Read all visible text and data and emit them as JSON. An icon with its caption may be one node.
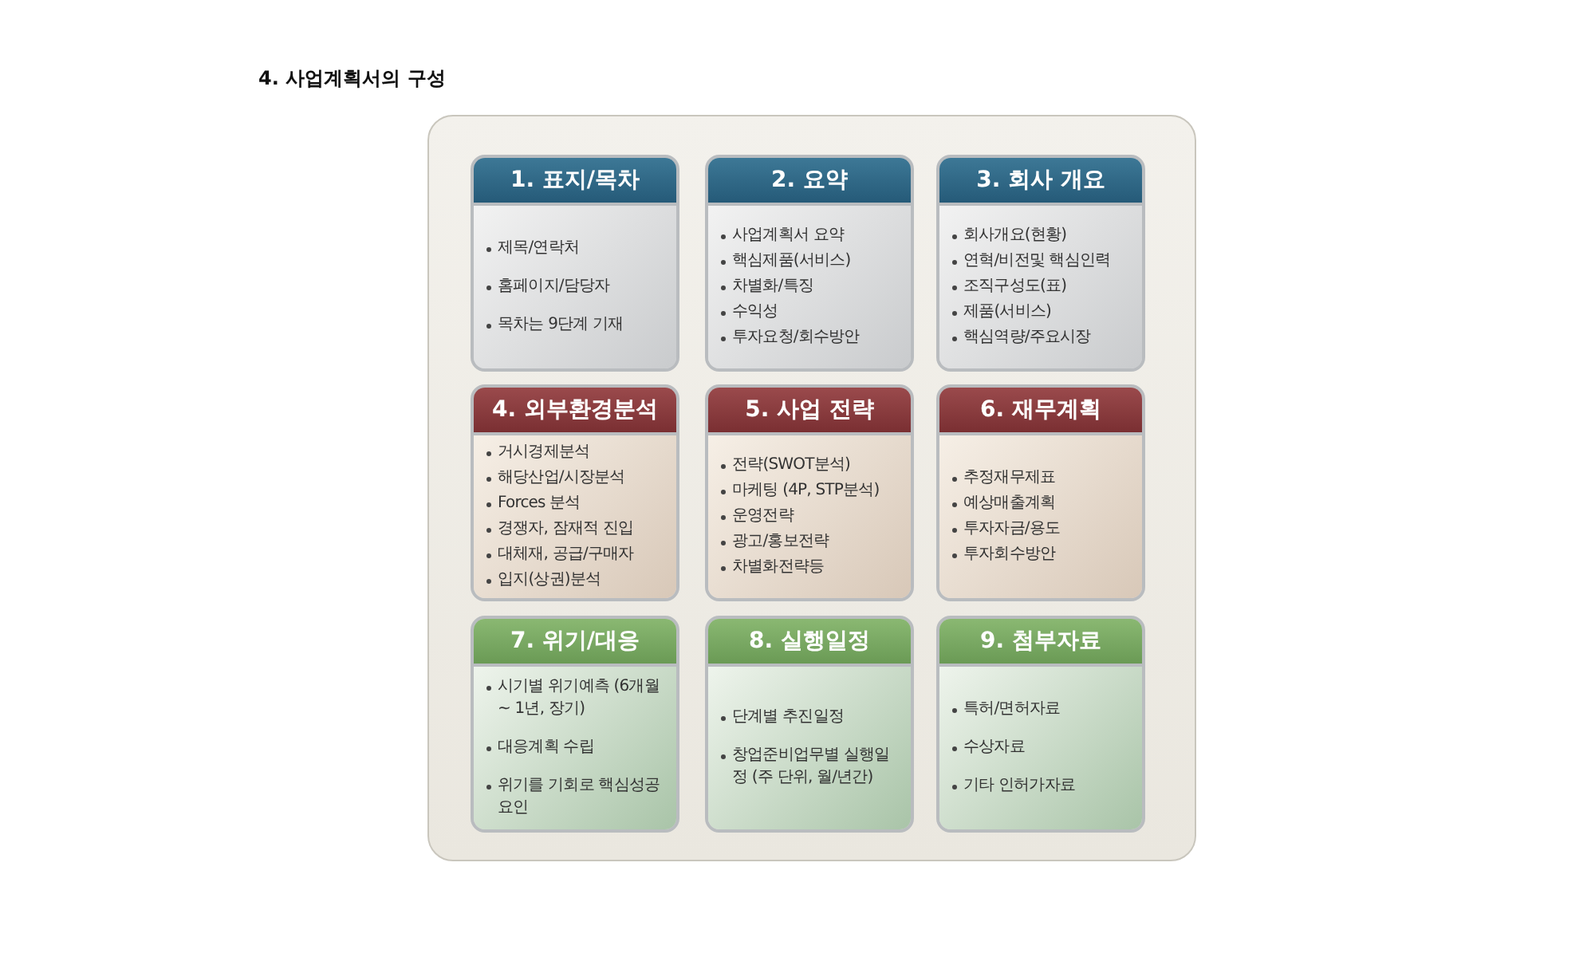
{
  "diagram": {
    "title": "4. 사업계획서의 구성",
    "nodes": [
      {
        "text": [
          "1. 표지/목차",
          "제목/연락처",
          "홈페이지/담당자",
          "목차는 9단계 기재"
        ]
      },
      {
        "text": [
          "2. 요약",
          "사업계획서 요약",
          "핵심제품(서비스)",
          "차별화/특징",
          "수익성",
          "투자요청/회수방안"
        ]
      },
      {
        "text": [
          "3. 회사 개요",
          "회사개요(현황)",
          "연혁/비전및 핵심인력",
          "조직구성도(표)",
          "제품(서비스)",
          "핵심역량/주요시장"
        ]
      },
      {
        "text": [
          "4. 외부환경분석",
          "거시경제분석",
          "해당산업/시장분석",
          "Forces 분석",
          "경쟁자, 잠재적 진입",
          "대체재, 공급/구매자",
          "입지(상권)분석"
        ]
      },
      {
        "text": [
          "5. 사업 전략",
          "전략(SWOT분석)",
          "마케팅 (4P, STP분석)",
          "운영전략",
          "광고/홍보전략",
          "차별화전략등"
        ]
      },
      {
        "text": [
          "6. 재무계획",
          "추정재무제표",
          "예상매출계획",
          "투자자금/용도",
          "투자회수방안"
        ]
      },
      {
        "text": [
          "7. 위기/대응",
          "시기별 위기예측 (6개월 ~ 1년, 장기)",
          "대응계획 수립",
          "위기를 기회로 핵심성공 요인"
        ]
      },
      {
        "text": [
          "8. 실행일정",
          "단계별 추진일정",
          "창업준비업무별 실행일정 (주 단위, 월/년간)"
        ]
      },
      {
        "text": [
          "9. 첨부자료",
          "특허/면허자료",
          "수상자료",
          "기타 인허가자료"
        ]
      }
    ]
  }
}
